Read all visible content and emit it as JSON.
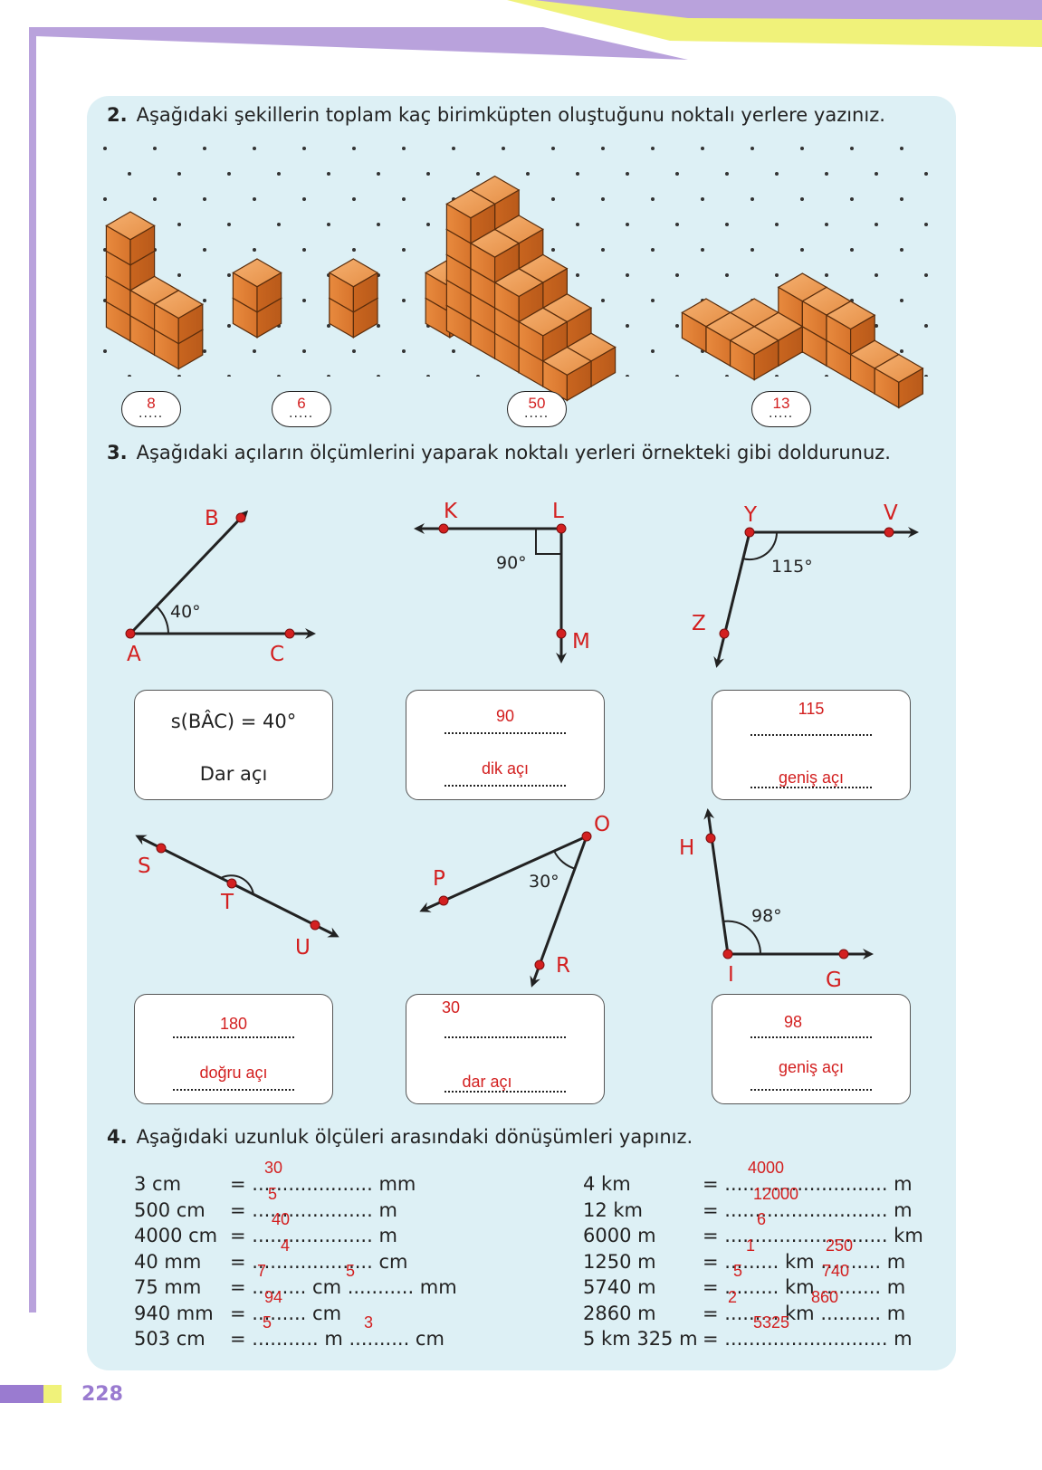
{
  "page_number": "228",
  "colors": {
    "purple": "#b9a2dc",
    "yellow": "#f0f27a",
    "panel": "#ddf0f5",
    "red": "#d32020",
    "brick": "#d9772f"
  },
  "q2": {
    "number": "2.",
    "text": "Aşağıdaki şekillerin toplam kaç birimküpten oluştuğunu noktalı yerlere yazınız.",
    "answers": [
      "8",
      "6",
      "50",
      "13"
    ],
    "dots": "....."
  },
  "q3": {
    "number": "3.",
    "text": "Aşağıdaki açıların ölçümlerini yaparak noktalı yerleri örnekteki gibi doldurunuz.",
    "angles": [
      {
        "labels": [
          "B",
          "A",
          "C"
        ],
        "measure": "40°"
      },
      {
        "labels": [
          "K",
          "L",
          "M"
        ],
        "measure": "90°"
      },
      {
        "labels": [
          "Y",
          "V",
          "Z"
        ],
        "measure": "115°"
      },
      {
        "labels": [
          "S",
          "T",
          "U"
        ]
      },
      {
        "labels": [
          "P",
          "O",
          "R"
        ],
        "measure": "30°"
      },
      {
        "labels": [
          "H",
          "I",
          "G"
        ],
        "measure": "98°"
      }
    ],
    "example": {
      "measure": "s(BÂC) = 40°",
      "type": "Dar açı"
    },
    "boxes": [
      {
        "value": "90",
        "type": "dik açı"
      },
      {
        "value": "115",
        "type": "geniş açı"
      },
      {
        "value": "180",
        "type": "doğru açı"
      },
      {
        "value": "30",
        "type": "dar açı"
      },
      {
        "value": "98",
        "type": "geniş açı"
      }
    ],
    "dotline": "......................"
  },
  "q4": {
    "number": "4.",
    "text": "Aşağıdaki uzunluk ölçüleri arasındaki dönüşümleri yapınız.",
    "left": [
      {
        "lhs": "3 cm",
        "rhs": "= .................... mm",
        "answers": [
          "30"
        ]
      },
      {
        "lhs": "500 cm",
        "rhs": "= .................... m",
        "answers": [
          "5"
        ]
      },
      {
        "lhs": "4000 cm",
        "rhs": "= .................... m",
        "answers": [
          "40"
        ]
      },
      {
        "lhs": "40 mm",
        "rhs": "= .................... cm",
        "answers": [
          "4"
        ]
      },
      {
        "lhs": "75 mm",
        "rhs": "= ......... cm ........... mm",
        "answers": [
          "7",
          "5"
        ]
      },
      {
        "lhs": "940 mm",
        "rhs": "= ......... cm",
        "answers": [
          "94"
        ]
      },
      {
        "lhs": "503 cm",
        "rhs": "= ........... m .......... cm",
        "answers": [
          "5",
          "3"
        ]
      }
    ],
    "right": [
      {
        "lhs": "4 km",
        "rhs": "= ........................... m",
        "answers": [
          "4000"
        ]
      },
      {
        "lhs": "12 km",
        "rhs": "= ........................... m",
        "answers": [
          "12000"
        ]
      },
      {
        "lhs": "6000 m",
        "rhs": "= ........................... km",
        "answers": [
          "6"
        ]
      },
      {
        "lhs": "1250 m",
        "rhs": "= ......... km .......... m",
        "answers": [
          "1",
          "250"
        ]
      },
      {
        "lhs": "5740 m",
        "rhs": "= ......... km .......... m",
        "answers": [
          "5",
          "740"
        ]
      },
      {
        "lhs": "2860 m",
        "rhs": "= ......... km .......... m",
        "answers": [
          "2",
          "860"
        ]
      },
      {
        "lhs": "5 km 325 m",
        "rhs": "= ........................... m",
        "answers": [
          "5325"
        ]
      }
    ]
  }
}
